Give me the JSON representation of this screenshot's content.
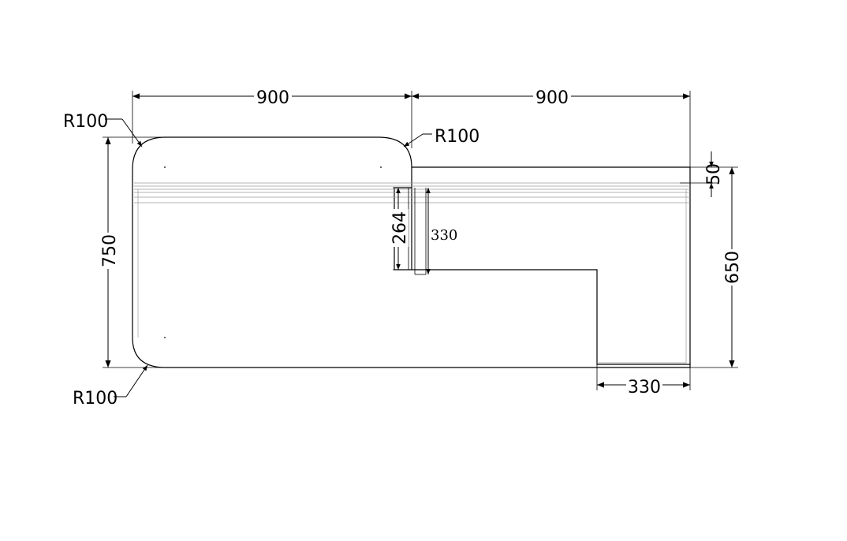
{
  "drawing": {
    "labels": {
      "width_left": "900",
      "width_right": "900",
      "height_left": "750",
      "height_right": "650",
      "top_offset": "50",
      "notch_depth_inner": "264",
      "notch_depth_outer": "330",
      "bottom_width": "330",
      "radius_top_left": "R100",
      "radius_top_middle": "R100",
      "radius_bottom_left": "R100"
    }
  }
}
